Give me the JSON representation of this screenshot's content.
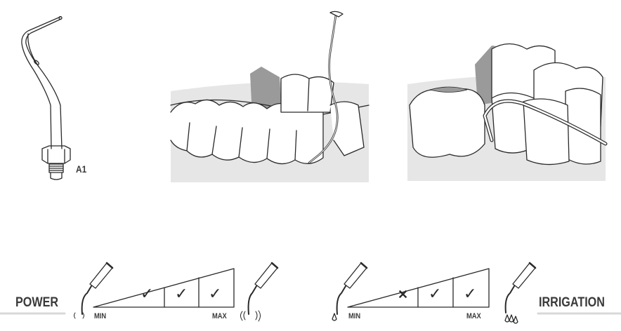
{
  "tip": {
    "model_label": "A1"
  },
  "power_scale": {
    "title": "POWER",
    "min_label": "MIN",
    "max_label": "MAX",
    "levels": [
      "check",
      "check",
      "check"
    ]
  },
  "irrigation_scale": {
    "title": "IRRIGATION",
    "min_label": "MIN",
    "max_label": "MAX",
    "levels": [
      "cross",
      "check",
      "check"
    ]
  },
  "colors": {
    "line": "#2a2a2a",
    "gum": "#e6e6e6",
    "shadow": "#9a9a9a",
    "text": "#3a3a3a"
  }
}
